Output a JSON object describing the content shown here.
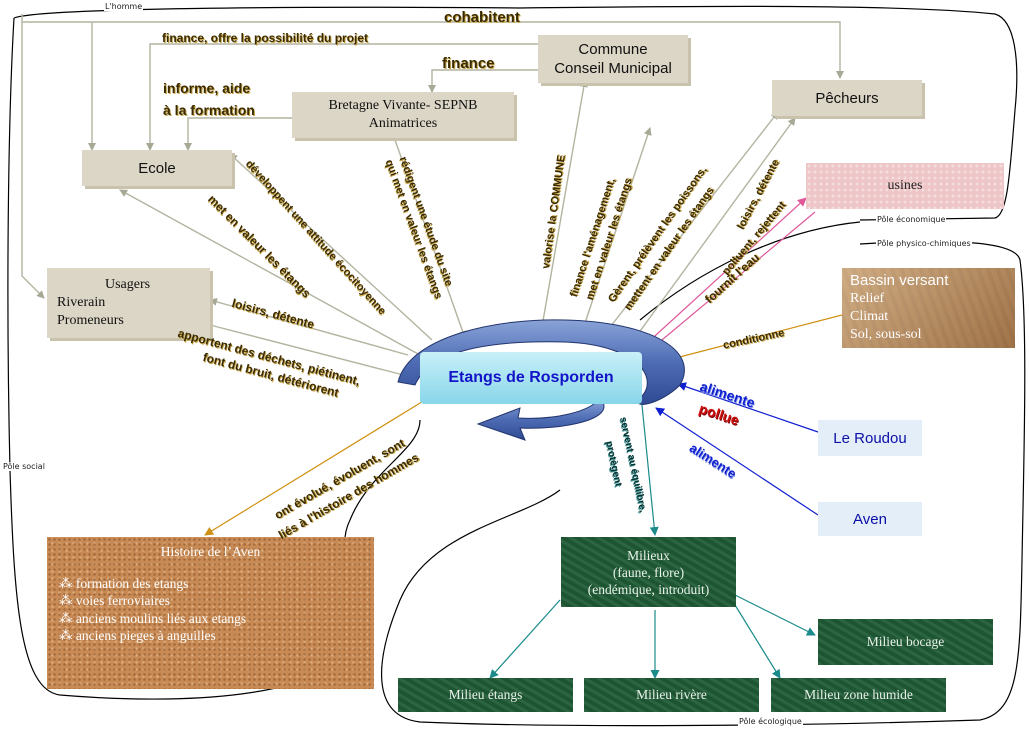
{
  "poles": {
    "homme": "L'homme",
    "economique": "Pôle économique",
    "physico": "Pôle physico-chimiques",
    "social": "Pôle social",
    "ecologique": "Pôle écologique"
  },
  "center": {
    "label": "Etangs de Rosporden"
  },
  "nodes": {
    "commune": [
      "Commune",
      "Conseil Municipal"
    ],
    "bretagne": [
      "Bretagne Vivante-  SEPNB",
      "Animatrices"
    ],
    "pecheurs": "Pêcheurs",
    "usines": "usines",
    "ecole": "Ecole",
    "usagers": [
      "Usagers",
      "Riverain",
      "Promeneurs"
    ],
    "bassin": [
      "Bassin versant",
      "Relief",
      "Climat",
      "Sol, sous-sol"
    ],
    "roudou": "Le Roudou",
    "aven": "Aven",
    "histoire_title": "Histoire de l’Aven",
    "histoire_items": [
      "formation des etangs",
      "voies ferroviaires",
      "anciens moulins liés aux etangs",
      "anciens pieges à anguilles"
    ],
    "milieux": [
      "Milieux",
      "(faune, flore)",
      "(endémique, introduit)"
    ],
    "bocage": "Milieu bocage",
    "m_etangs": "Milieu étangs",
    "m_riviere": "Milieu rivère",
    "m_humide": "Milieu zone humide"
  },
  "labels": {
    "cohabitent": "cohabitent",
    "finance_projet": "finance, offre la possibilité du projet",
    "finance": "finance",
    "informe1": "informe, aide",
    "informe2": "à la formation",
    "developpent": "développent une attitude écocitoyenne",
    "redigent1": "rédigent une étude du site",
    "redigent2": "qui met en valeur les étangs",
    "valorise": "valorise la COMMUNE",
    "finance_amen1": "finance l'aménagement,",
    "finance_amen2": "met en valeur les étangs",
    "gerent1": "Gèrent, prélèvent les poissons,",
    "gerent2": "mettent en valeur les étangs",
    "loisirs_pech": "loisirs, détente",
    "polluent": "polluent, rejettent",
    "fournit": "fournit l'eau",
    "mettent_valeur": "met en valeur les étangs",
    "loisirs_usag": "loisirs, détente",
    "apportent": "apportent des déchets, piétinent,",
    "bruit": "font du bruit, détériorent",
    "conditionne": "conditionne",
    "alimente1": "alimente",
    "pollue": "pollue",
    "alimente2": "alimente",
    "evolue1": "ont évolué, évoluent, sont",
    "evolue2": "liés à l'histoire des hommes",
    "servent1": "servent au équilibre,",
    "servent2": "protègent"
  },
  "colors": {
    "beige_box": "#dcd6c6",
    "milieu_green": "#1f5b35",
    "center_blue": "#1313c8",
    "arrow_blue": "#1020d0",
    "arrow_teal": "#1a8a8a",
    "arrow_orange": "#d09010",
    "arrow_pink": "#e0589a",
    "arrow_gray": "#b8b9a6"
  }
}
